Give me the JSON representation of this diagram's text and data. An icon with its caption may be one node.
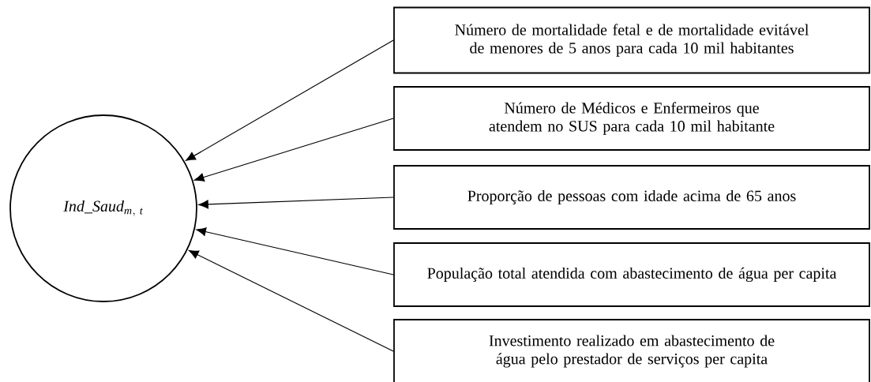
{
  "diagram": {
    "nodes": [
      {
        "text": [
          "\\mathit{Ind\\_Saud}_{\\mathit{m,\\ t}}"
        ]
      },
      {
        "text": [
          "Número de mortalidade fetal e de mortalidade evitável de menores de 5 anos para cada 10 mil habitantes"
        ]
      },
      {
        "text": [
          "Número de Médicos e Enfermeiros que atendem no SUS para cada 10 mil habitante"
        ]
      },
      {
        "text": [
          "Proporção de pessoas com idade acima de 65 anos"
        ]
      },
      {
        "text": [
          "População total atendida com abastecimento de água per capita"
        ]
      },
      {
        "text": [
          "Investimento realizado em abastecimento de água pelo prestador de serviços per capita"
        ]
      }
    ],
    "edges": [
      {
        "from": 1,
        "to": 0,
        "arrow": "to"
      },
      {
        "from": 2,
        "to": 0,
        "arrow": "to"
      },
      {
        "from": 3,
        "to": 0,
        "arrow": "to"
      },
      {
        "from": 4,
        "to": 0,
        "arrow": "to"
      },
      {
        "from": 5,
        "to": 0,
        "arrow": "to"
      }
    ]
  }
}
